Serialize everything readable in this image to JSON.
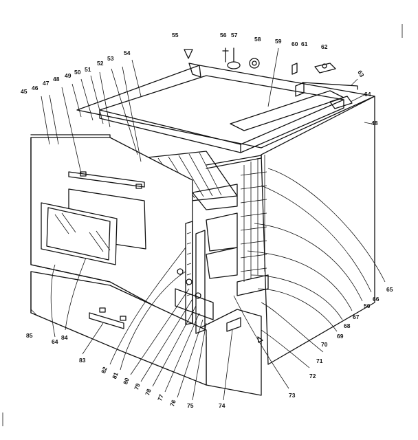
{
  "diagram": {
    "callouts": [
      {
        "id": "c45",
        "text": "45"
      },
      {
        "id": "c46",
        "text": "46"
      },
      {
        "id": "c47",
        "text": "47"
      },
      {
        "id": "c48a",
        "text": "48"
      },
      {
        "id": "c49",
        "text": "49"
      },
      {
        "id": "c50a",
        "text": "50"
      },
      {
        "id": "c51",
        "text": "51"
      },
      {
        "id": "c52",
        "text": "52"
      },
      {
        "id": "c53",
        "text": "53"
      },
      {
        "id": "c54a",
        "text": "54"
      },
      {
        "id": "c55",
        "text": "55"
      },
      {
        "id": "c56",
        "text": "56"
      },
      {
        "id": "c57",
        "text": "57"
      },
      {
        "id": "c58a",
        "text": "58"
      },
      {
        "id": "c59",
        "text": "59"
      },
      {
        "id": "c60a",
        "text": "60"
      },
      {
        "id": "c61",
        "text": "61"
      },
      {
        "id": "c62",
        "text": "62"
      },
      {
        "id": "c63",
        "text": "63"
      },
      {
        "id": "c64a",
        "text": "64"
      },
      {
        "id": "c48b",
        "text": "48"
      },
      {
        "id": "c65",
        "text": "65"
      },
      {
        "id": "c66",
        "text": "66"
      },
      {
        "id": "c50b",
        "text": "50"
      },
      {
        "id": "c67",
        "text": "67"
      },
      {
        "id": "c68",
        "text": "68"
      },
      {
        "id": "c69",
        "text": "69"
      },
      {
        "id": "c70",
        "text": "70"
      },
      {
        "id": "c71",
        "text": "71"
      },
      {
        "id": "c72",
        "text": "72"
      },
      {
        "id": "c73",
        "text": "73"
      },
      {
        "id": "c74",
        "text": "74"
      },
      {
        "id": "c75",
        "text": "75"
      },
      {
        "id": "c76",
        "text": "76"
      },
      {
        "id": "c77",
        "text": "77"
      },
      {
        "id": "c78",
        "text": "78"
      },
      {
        "id": "c79",
        "text": "79"
      },
      {
        "id": "c80",
        "text": "80"
      },
      {
        "id": "c81",
        "text": "81"
      },
      {
        "id": "c82",
        "text": "82"
      },
      {
        "id": "c83",
        "text": "83"
      },
      {
        "id": "c84",
        "text": "84"
      },
      {
        "id": "c64b",
        "text": "64"
      },
      {
        "id": "c85",
        "text": "85"
      }
    ]
  }
}
